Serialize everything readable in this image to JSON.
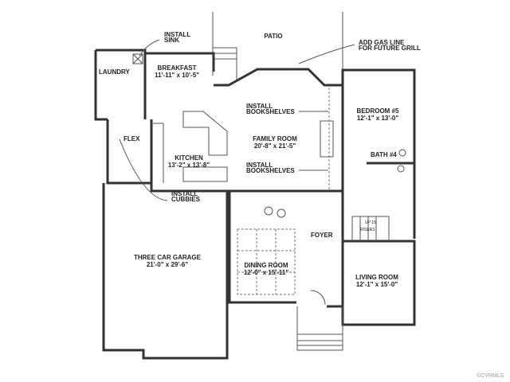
{
  "rooms": {
    "patio": {
      "name": "PATIO"
    },
    "laundry": {
      "name": "LAUNDRY"
    },
    "breakfast": {
      "name": "BREAKFAST",
      "size": "11'-11\" x 10'-5\""
    },
    "flex": {
      "name": "FLEX"
    },
    "kitchen": {
      "name": "KITCHEN",
      "size": "13'-2\" x 13'-8\""
    },
    "family": {
      "name": "FAMILY ROOM",
      "size": "20'-8\" x 21'-5\""
    },
    "bedroom5": {
      "name": "BEDROOM #5",
      "size": "12'-1\" x 13'-0\""
    },
    "bath4": {
      "name": "BATH #4"
    },
    "garage": {
      "name": "THREE CAR GARAGE",
      "size": "21'-0\" x 29'-6\""
    },
    "dining": {
      "name": "DINING ROOM",
      "size": "12'-0\" x 15'-11\""
    },
    "foyer": {
      "name": "FOYER"
    },
    "living": {
      "name": "LIVING ROOM",
      "size": "12'-1\" x 15'-0\""
    }
  },
  "notes": {
    "sink": [
      "INSTALL",
      "SINK"
    ],
    "gas": [
      "ADD GAS LINE",
      "FOR FUTURE GRILL"
    ],
    "shelves_top": [
      "INSTALL",
      "BOOKSHELVES"
    ],
    "shelves_bottom": [
      "INSTALL",
      "BOOKSHELVES"
    ],
    "cubbies": [
      "INSTALL",
      "CUBBIES"
    ],
    "stairs": [
      "UP 15",
      "RISERS"
    ]
  },
  "watermark": "©CVRMLS"
}
